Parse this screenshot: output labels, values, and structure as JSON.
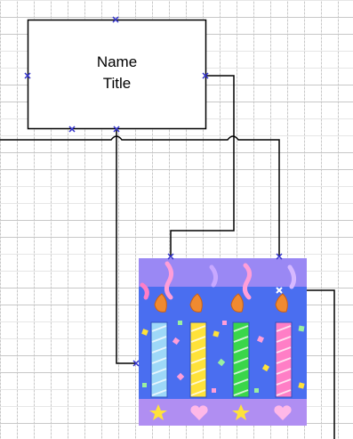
{
  "org_shape": {
    "name_placeholder": "Name",
    "title_placeholder": "Title"
  },
  "clipart": {
    "name": "birthday-candles-cake"
  },
  "colors": {
    "connector": "#000000",
    "handle": "#3333cc",
    "cake_top": "#9a88f4",
    "cake_body": "#4a6ef0",
    "cake_base": "#b08ef2"
  }
}
